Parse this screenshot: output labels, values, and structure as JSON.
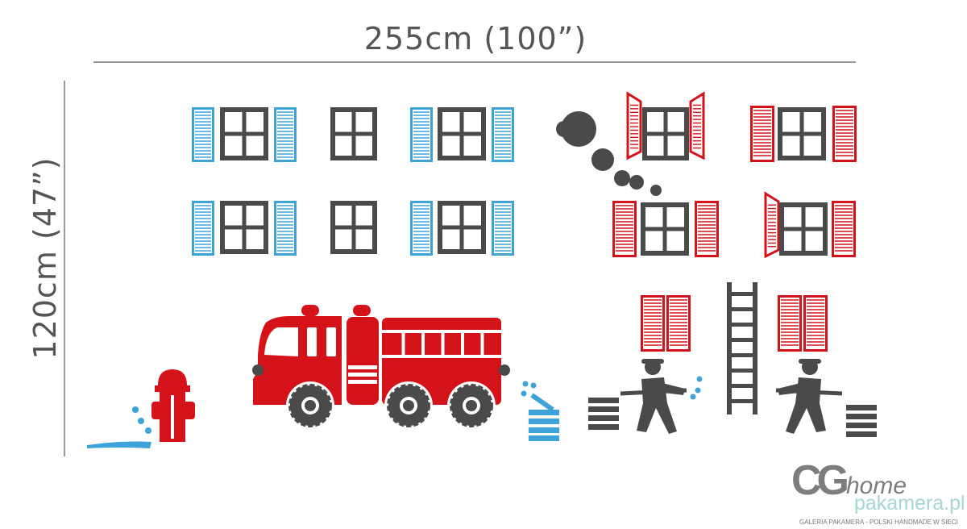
{
  "dimensions": {
    "width_label": "255cm (100”)",
    "height_label": "120cm (47”)"
  },
  "logo": {
    "brand_mark": "CG",
    "brand_word": "home"
  },
  "watermark": {
    "site": "pakamera.pl",
    "tagline": "GALERIA PAKAMERA - POLSKI HANDMADE W SIECI"
  },
  "colors": {
    "blue": "#3ea3d8",
    "red": "#d4121a",
    "dark": "#4a4a4a",
    "text": "#555555"
  }
}
